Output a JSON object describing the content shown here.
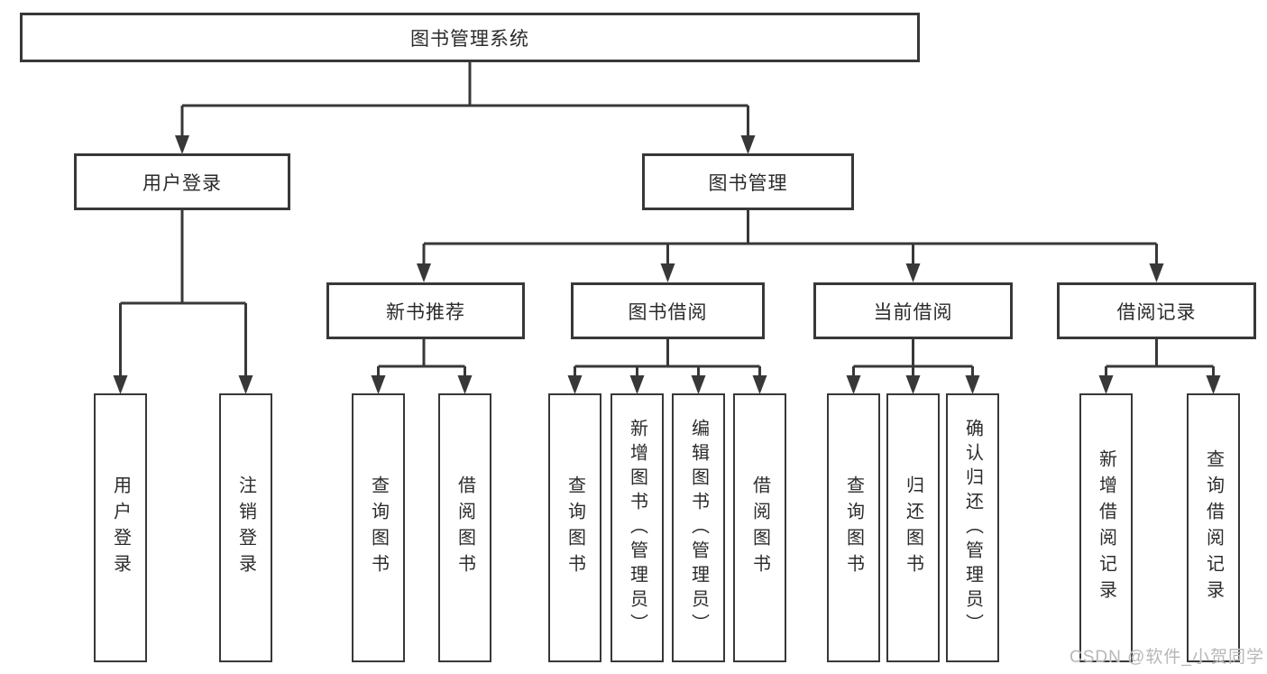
{
  "diagram_title": "图书管理系统",
  "nodes": {
    "root": {
      "label": "图书管理系统"
    },
    "user_login": {
      "label": "用户登录"
    },
    "book_management": {
      "label": "图书管理"
    },
    "new_book_recommend": {
      "label": "新书推荐"
    },
    "book_borrowing": {
      "label": "图书借阅"
    },
    "current_borrowing": {
      "label": "当前借阅"
    },
    "borrowing_records": {
      "label": "借阅记录"
    },
    "leaf_user_login": {
      "label": "用户登录"
    },
    "leaf_logout": {
      "label": "注销登录"
    },
    "leaf_recommend_query_books": {
      "label": "查询图书"
    },
    "leaf_recommend_borrow_books": {
      "label": "借阅图书"
    },
    "leaf_borrowing_query_books": {
      "label": "查询图书"
    },
    "leaf_borrowing_add_books": {
      "label": "新增图书（管理员）"
    },
    "leaf_borrowing_edit_books": {
      "label": "编辑图书（管理员）"
    },
    "leaf_borrowing_borrow_books": {
      "label": "借阅图书"
    },
    "leaf_current_query_books": {
      "label": "查询图书"
    },
    "leaf_current_return_books": {
      "label": "归还图书"
    },
    "leaf_current_confirm_return": {
      "label": "确认归还（管理员）"
    },
    "leaf_records_add_record": {
      "label": "新增借阅记录"
    },
    "leaf_records_query_record": {
      "label": "查询借阅记录"
    }
  },
  "watermark": {
    "text": "CSDN @软件_小贺同学"
  },
  "colors": {
    "line": "#383838",
    "text": "#2b2b2b",
    "watermark": "#b7b7ba",
    "background": "#ffffff"
  }
}
